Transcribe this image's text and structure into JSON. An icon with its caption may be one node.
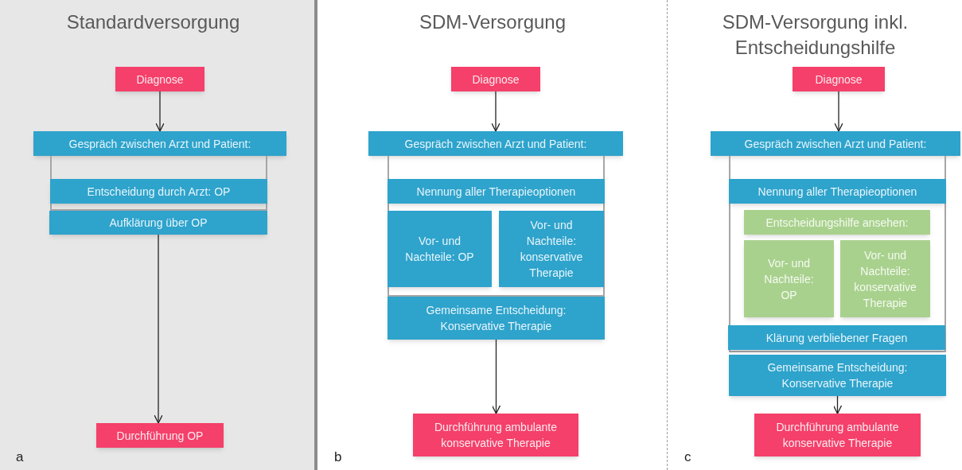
{
  "diagram": {
    "nodes": [
      {
        "text": [
          "Standardversorgung"
        ],
        "beside": [
          "a"
        ]
      },
      {
        "text": [
          "Diagnose"
        ],
        "in": 0
      },
      {
        "text": [
          "Gespräch zwischen Arzt und Patient:"
        ],
        "in": 0
      },
      {
        "text": [],
        "shape": "box",
        "in": 0
      },
      {
        "text": [
          "Entscheidung durch Arzt: OP"
        ],
        "in": 3
      },
      {
        "text": [
          "Aufklärung über OP"
        ],
        "in": 0
      },
      {
        "text": [
          "Durchführung OP"
        ],
        "in": 0
      },
      {
        "text": [
          "SDM-Versorgung"
        ],
        "beside": [
          "b"
        ]
      },
      {
        "text": [
          "Diagnose"
        ],
        "in": 7
      },
      {
        "text": [
          "Gespräch zwischen Arzt und Patient:"
        ],
        "in": 7
      },
      {
        "text": [],
        "shape": "box",
        "in": 7
      },
      {
        "text": [
          "Nennung aller Therapieoptionen"
        ],
        "in": 10
      },
      {
        "text": [
          "Vor- und Nachteile: OP"
        ],
        "in": 10
      },
      {
        "text": [
          "Vor- und Nachteile: konservative Therapie"
        ],
        "in": 10
      },
      {
        "text": [
          "Gemeinsame Entscheidung: Konservative Therapie"
        ],
        "in": 7
      },
      {
        "text": [
          "Durchführung ambulante konservative Therapie"
        ],
        "in": 7
      },
      {
        "text": [
          "SDM-Versorgung inkl. Entscheidungshilfe"
        ],
        "beside": [
          "c"
        ]
      },
      {
        "text": [
          "Diagnose"
        ],
        "in": 16
      },
      {
        "text": [
          "Gespräch zwischen Arzt und Patient:"
        ],
        "in": 16
      },
      {
        "text": [],
        "shape": "box",
        "in": 16
      },
      {
        "text": [
          "Nennung aller Therapieoptionen"
        ],
        "in": 19
      },
      {
        "text": [
          "Entscheidungshilfe ansehen:"
        ],
        "in": 19
      },
      {
        "text": [
          "Vor- und Nachteile: OP"
        ],
        "in": 19
      },
      {
        "text": [
          "Vor- und Nachteile: konservative Therapie"
        ],
        "in": 19
      },
      {
        "text": [
          "Klärung verbliebener Fragen"
        ],
        "in": 19
      },
      {
        "text": [
          "Gemeinsame Entscheidung: Konservative Therapie"
        ],
        "in": 16
      },
      {
        "text": [
          "Durchführung ambulante konservative Therapie"
        ],
        "in": 16
      }
    ],
    "edges": [
      {
        "from": 1,
        "to": 2,
        "arrow": "to"
      },
      {
        "from": 5,
        "to": 6,
        "arrow": "to"
      },
      {
        "from": 8,
        "to": 9,
        "arrow": "to"
      },
      {
        "from": 14,
        "to": 15,
        "arrow": "to"
      },
      {
        "from": 17,
        "to": 18,
        "arrow": "to"
      },
      {
        "from": 25,
        "to": 26,
        "arrow": "to"
      }
    ]
  }
}
